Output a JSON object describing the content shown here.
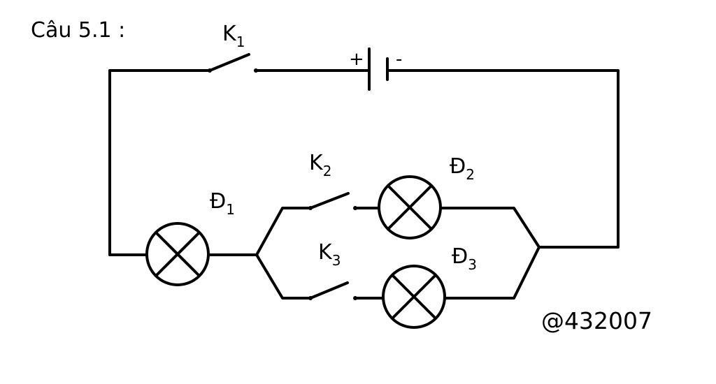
{
  "question_label": "Câu 5.1 :",
  "watermark": "@432007",
  "components": {
    "switch_k1": {
      "letter": "K",
      "sub": "1"
    },
    "switch_k2": {
      "letter": "K",
      "sub": "2"
    },
    "switch_k3": {
      "letter": "K",
      "sub": "3"
    },
    "lamp_d1": {
      "letter": "Đ",
      "sub": "1"
    },
    "lamp_d2": {
      "letter": "Đ",
      "sub": "2"
    },
    "lamp_d3": {
      "letter": "Đ",
      "sub": "3"
    },
    "battery": {
      "plus": "+",
      "minus": "-"
    }
  }
}
